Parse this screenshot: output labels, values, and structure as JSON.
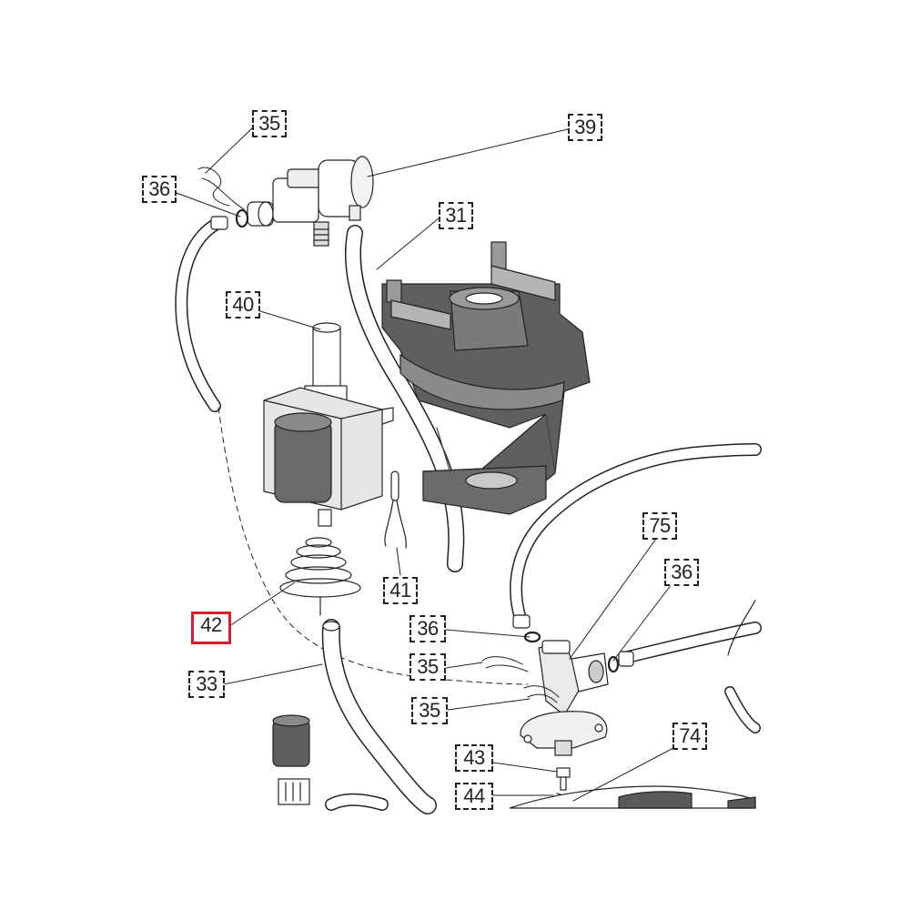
{
  "callouts": [
    {
      "id": "c35a",
      "text": "35"
    },
    {
      "id": "c39",
      "text": "39"
    },
    {
      "id": "c36a",
      "text": "36"
    },
    {
      "id": "c31",
      "text": "31"
    },
    {
      "id": "c40",
      "text": "40"
    },
    {
      "id": "c75",
      "text": "75"
    },
    {
      "id": "c36b",
      "text": "36"
    },
    {
      "id": "c41",
      "text": "41"
    },
    {
      "id": "c42",
      "text": "42"
    },
    {
      "id": "c36c",
      "text": "36"
    },
    {
      "id": "c35b",
      "text": "35"
    },
    {
      "id": "c33",
      "text": "33"
    },
    {
      "id": "c35c",
      "text": "35"
    },
    {
      "id": "c74",
      "text": "74"
    },
    {
      "id": "c43",
      "text": "43"
    },
    {
      "id": "c44",
      "text": "44"
    }
  ],
  "highlight": {
    "callout": "42",
    "color": "#d81f26"
  },
  "colors": {
    "line": "#222222",
    "part_dark": "#5a5a5a",
    "part_mid": "#8a8a8a",
    "part_light": "#d9d9d9"
  }
}
